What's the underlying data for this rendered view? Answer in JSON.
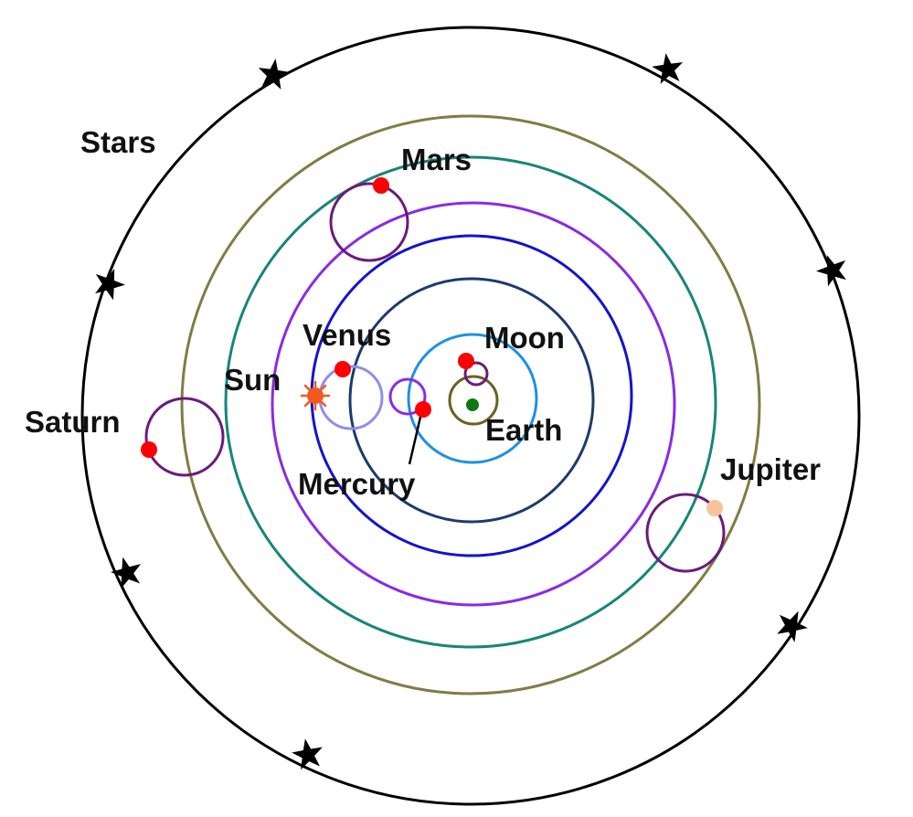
{
  "labels": {
    "stars": "Stars",
    "mars": "Mars",
    "venus": "Venus",
    "moon": "Moon",
    "sun": "Sun",
    "earth": "Earth",
    "saturn": "Saturn",
    "mercury": "Mercury",
    "jupiter": "Jupiter"
  },
  "colors": {
    "stars_sphere": "#000000",
    "saturn_deferent": "#817c45",
    "jupiter_deferent": "#17857c",
    "mars_deferent": "#8a2be2",
    "sun_deferent": "#1414cc",
    "venus_deferent": "#1e3a6e",
    "mercury_deferent": "#1e90e6",
    "moon_deferent": "#6b6020",
    "epicycle": "#6b1b7a",
    "venus_epicycle": "#8f8fe6",
    "mercury_epicycle": "#8a2be2",
    "planet": "#ff0000",
    "jupiter_planet": "#f7c49a",
    "earth": "#117711",
    "sun": "#f05a1e"
  },
  "icons": {
    "star": "star-icon",
    "sun": "sun-icon"
  }
}
